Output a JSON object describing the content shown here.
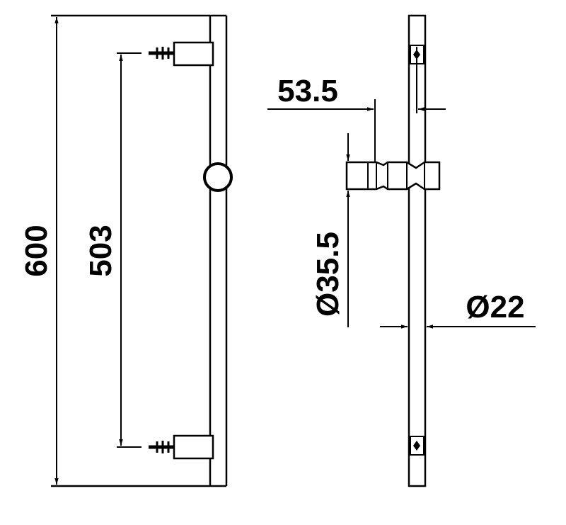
{
  "dimensions": {
    "overall_length": "600",
    "bracket_spacing": "503",
    "slider_projection": "53.5",
    "slider_diameter": "Ø35.5",
    "rail_diameter": "Ø22"
  },
  "colors": {
    "ink": "#000000",
    "background": "#ffffff"
  }
}
